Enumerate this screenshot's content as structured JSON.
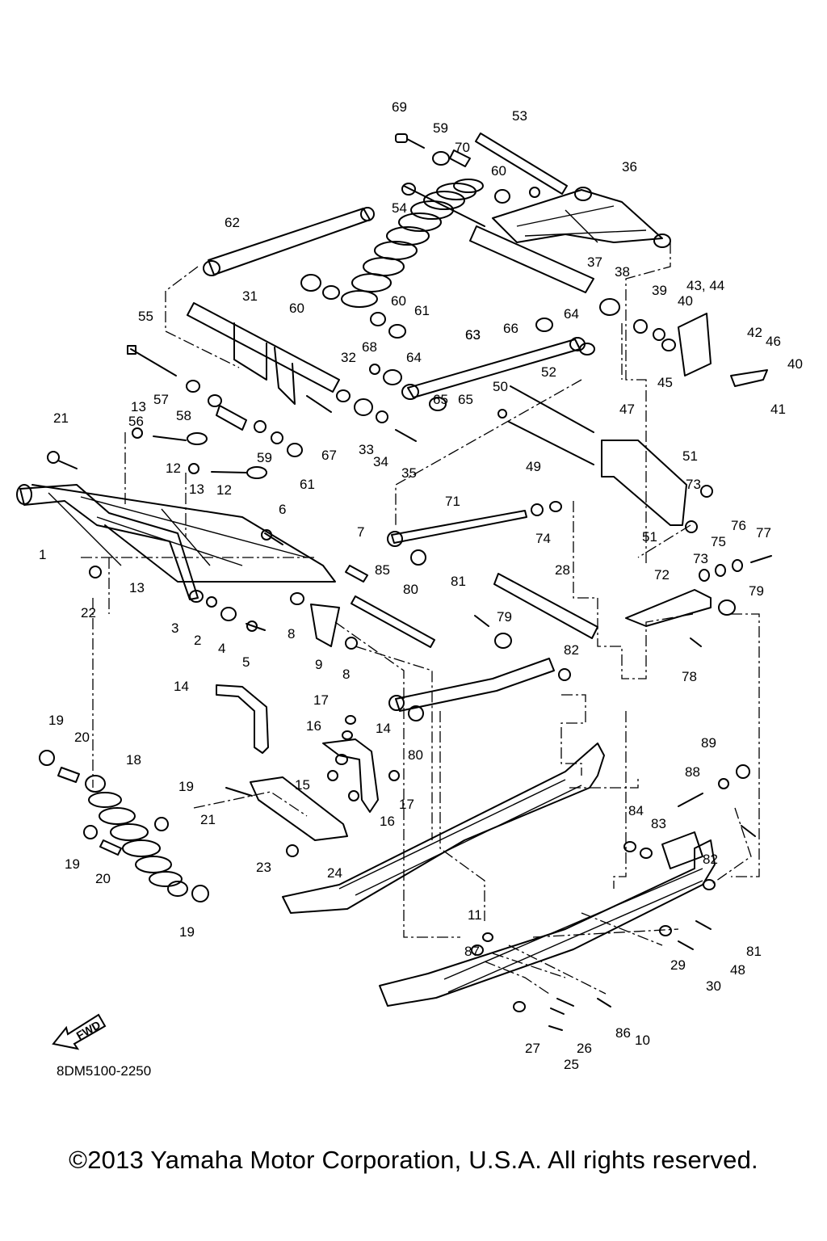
{
  "diagram": {
    "part_code": "8DM5100-2250",
    "copyright": "©2013 Yamaha Motor Corporation, U.S.A. All rights reserved.",
    "fwd_label": "FWD",
    "callouts": [
      "1",
      "2",
      "3",
      "4",
      "5",
      "6",
      "7",
      "8",
      "9",
      "10",
      "11",
      "12",
      "13",
      "14",
      "15",
      "16",
      "17",
      "18",
      "19",
      "20",
      "21",
      "22",
      "23",
      "24",
      "25",
      "26",
      "27",
      "28",
      "29",
      "30",
      "31",
      "32",
      "33",
      "34",
      "35",
      "36",
      "37",
      "38",
      "39",
      "40",
      "41",
      "42",
      "43, 44",
      "45",
      "46",
      "47",
      "48",
      "49",
      "50",
      "51",
      "52",
      "53",
      "54",
      "55",
      "56",
      "57",
      "58",
      "59",
      "60",
      "61",
      "62",
      "63",
      "64",
      "65",
      "66",
      "67",
      "68",
      "69",
      "70",
      "71",
      "72",
      "73",
      "74",
      "75",
      "76",
      "77",
      "78",
      "79",
      "80",
      "81",
      "82",
      "83",
      "84",
      "85",
      "86",
      "87",
      "88",
      "89"
    ]
  }
}
